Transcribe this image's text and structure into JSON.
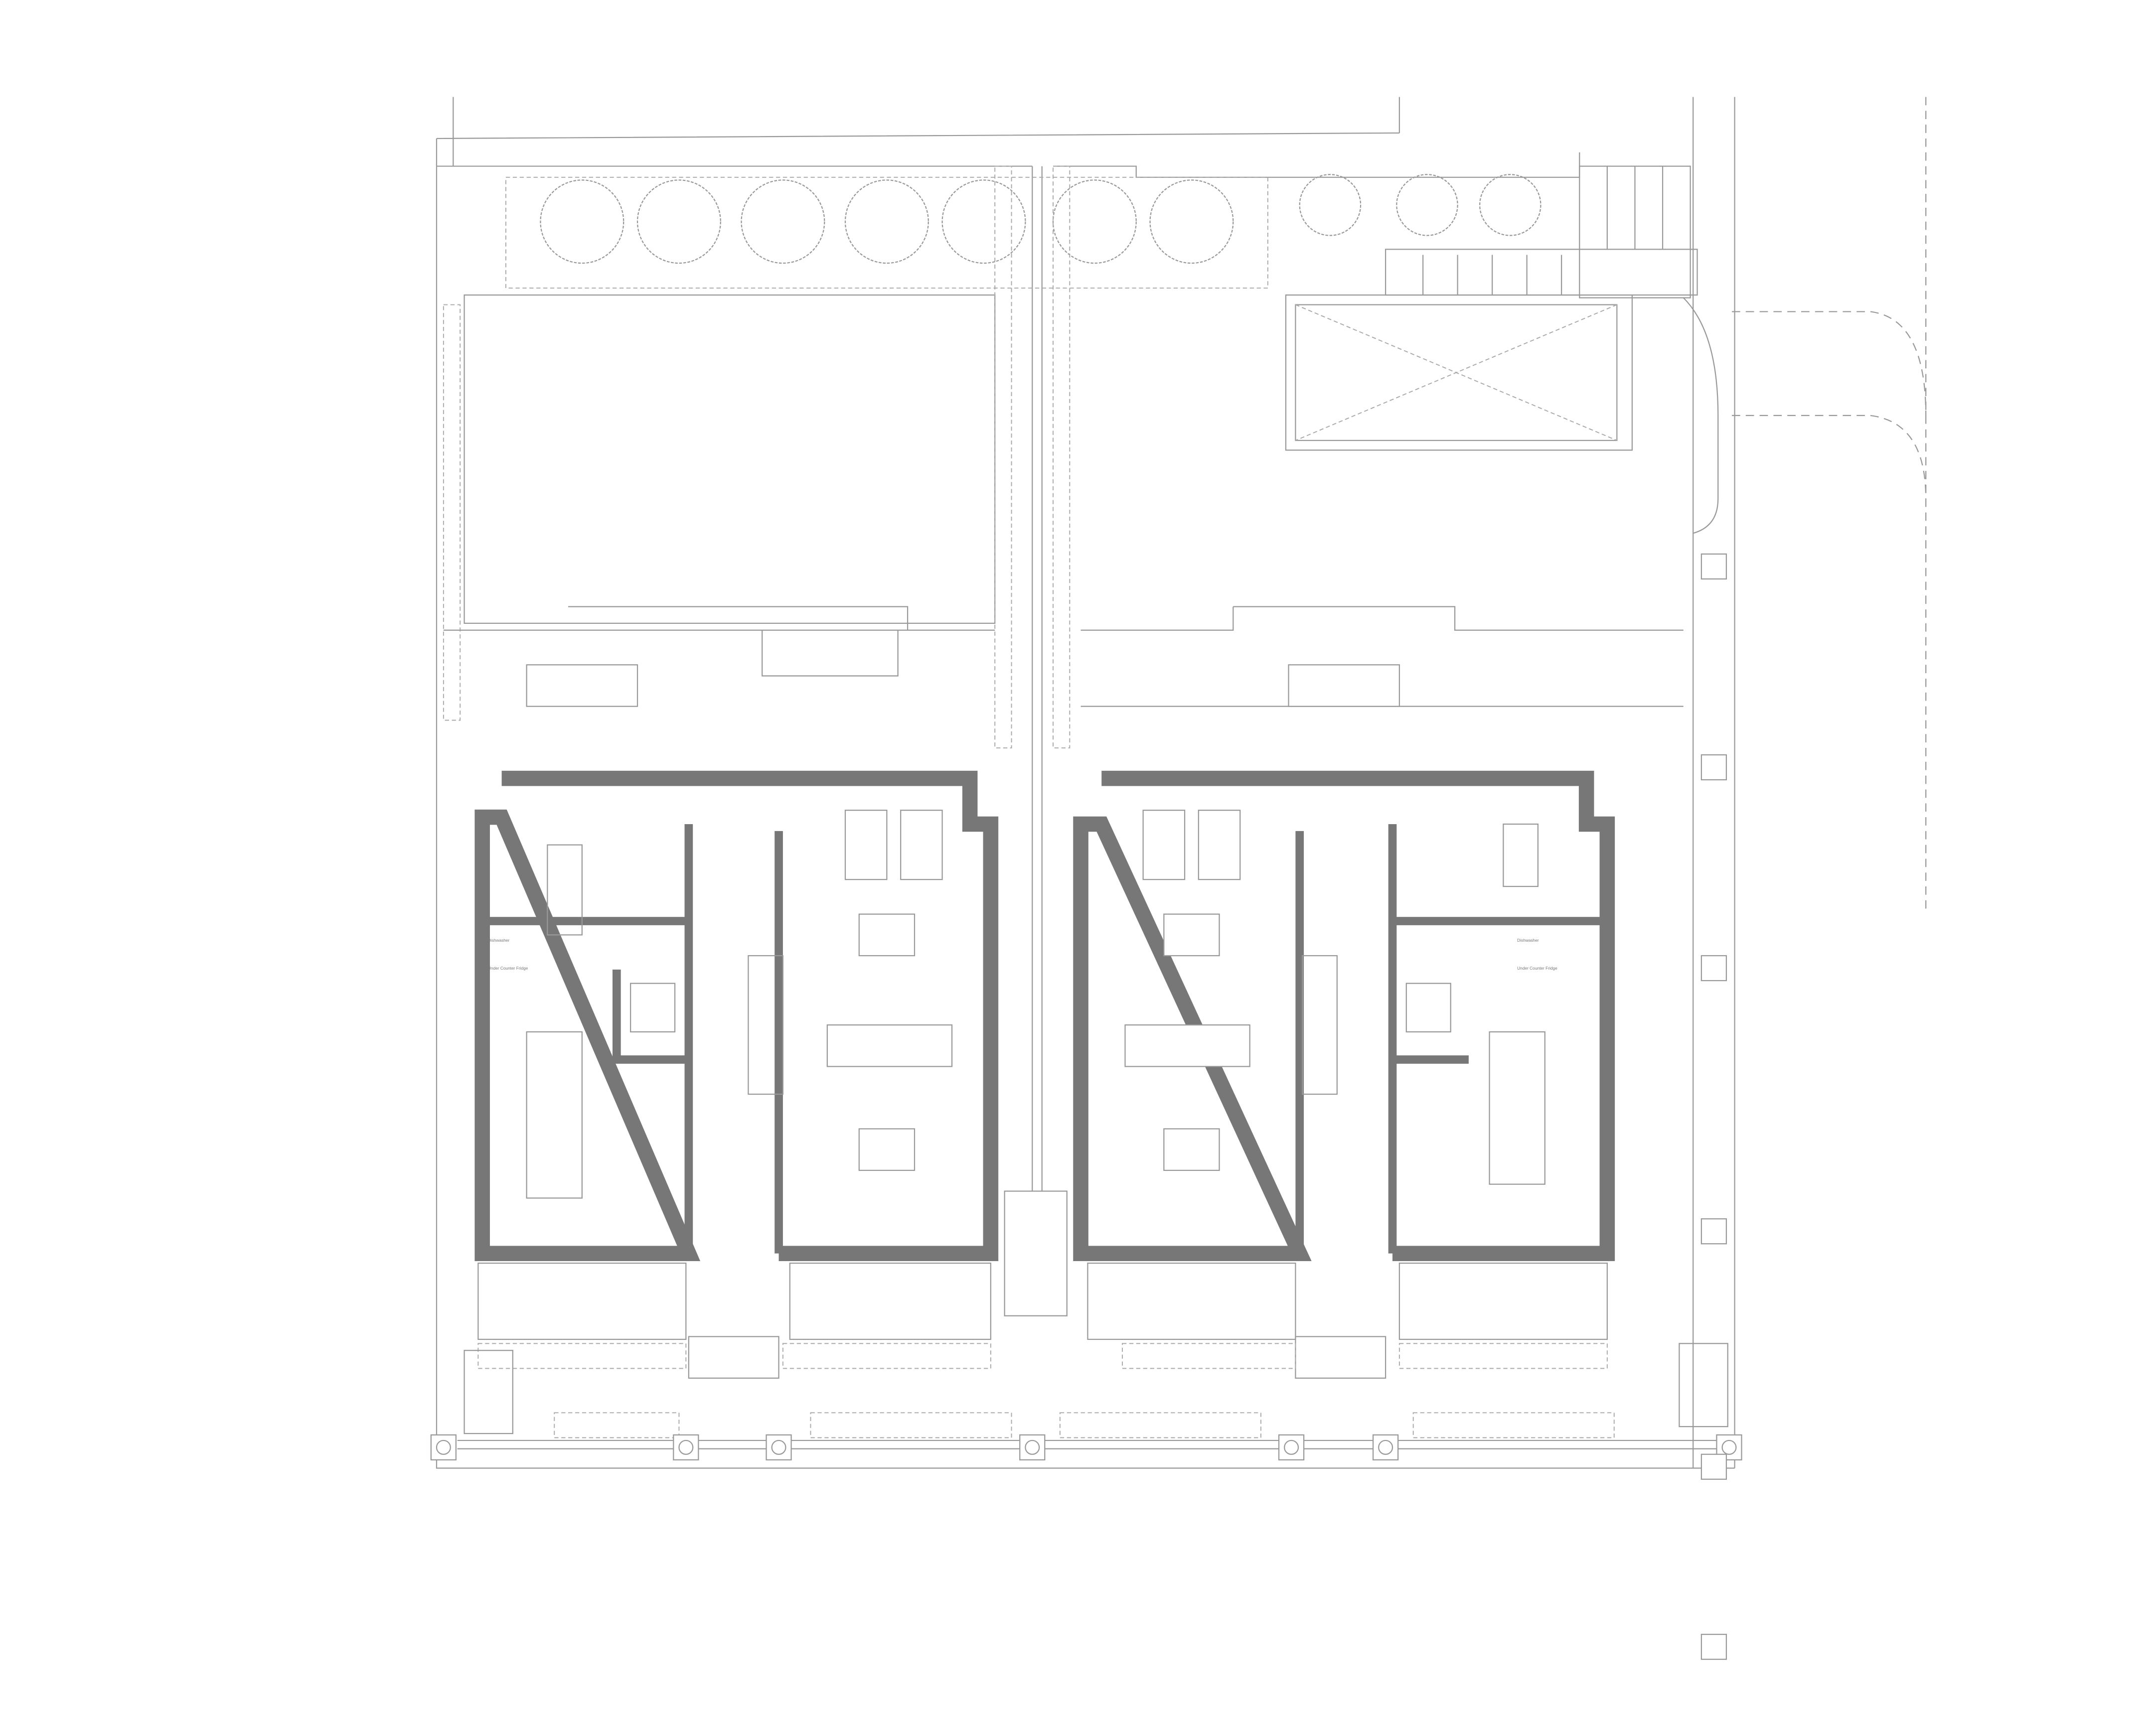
{
  "plan": {
    "left_unit": {
      "dishwasher_label": "Dishwasher",
      "fridge_label": "Under Counter Fridge"
    },
    "right_unit": {
      "dishwasher_label": "Dishwasher",
      "fridge_label": "Under Counter Fridge"
    }
  },
  "colors": {
    "wall": "#777777",
    "line": "#999999",
    "background": "#ffffff"
  }
}
